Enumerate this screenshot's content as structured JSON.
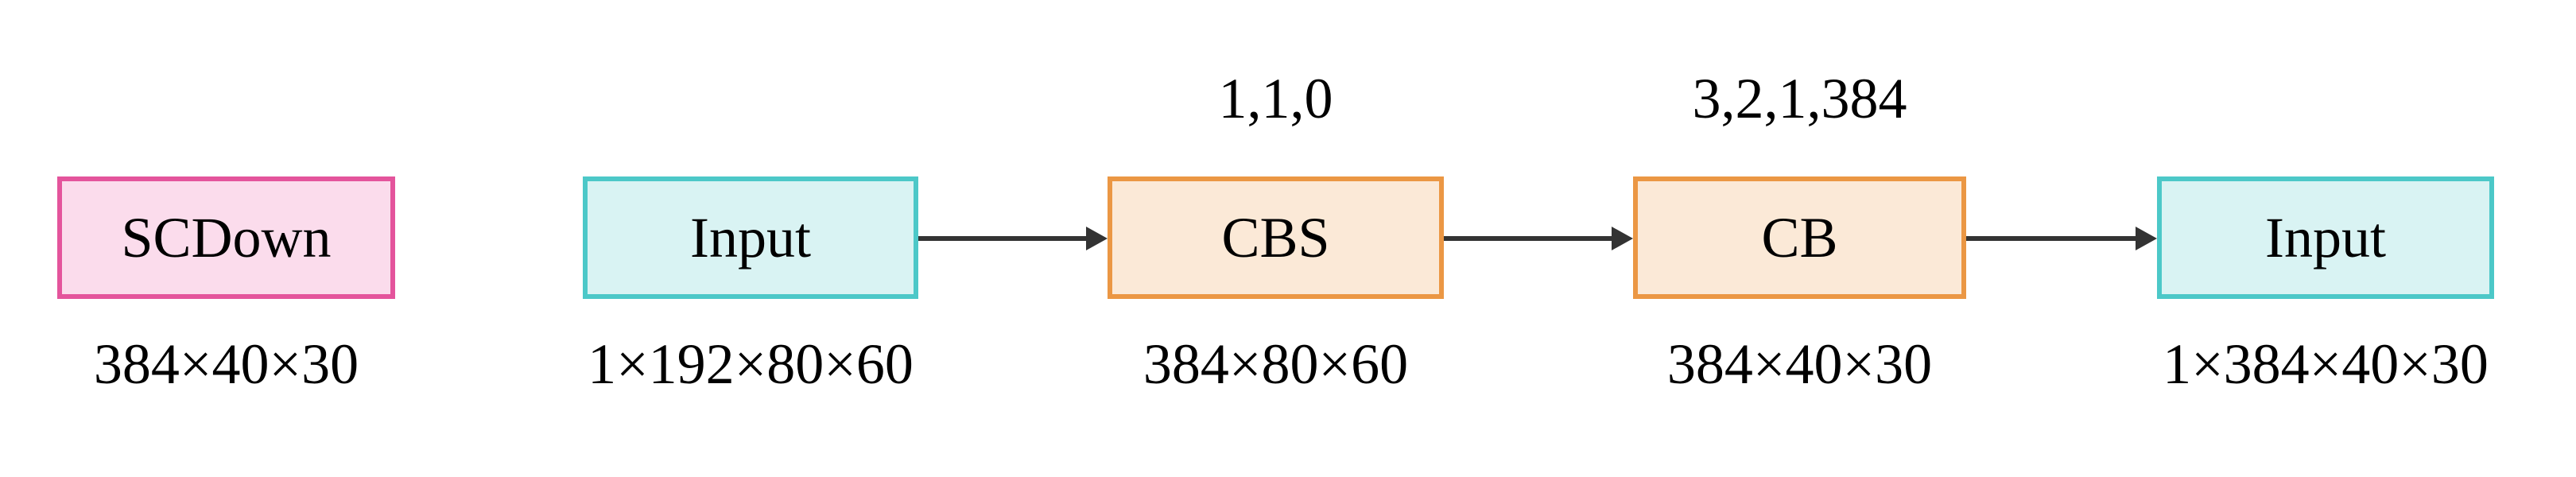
{
  "diagram": {
    "type": "flowchart",
    "subject": "SCDown block",
    "background": "#FFFFFF",
    "arrow_color": "#333333",
    "text_color": "#000000"
  },
  "nodes": [
    {
      "id": "scdown",
      "label": "SCDown",
      "dims_below": "384×40×30",
      "fill": "#FBDCEC",
      "border": "#E4549C"
    },
    {
      "id": "input-1",
      "label": "Input",
      "dims_below": "1×192×80×60",
      "fill": "#D9F3F3",
      "border": "#4CC8C8"
    },
    {
      "id": "cbs",
      "label": "CBS",
      "params_above": "1,1,0",
      "dims_below": "384×80×60",
      "fill": "#FBE9D7",
      "border": "#EB9744"
    },
    {
      "id": "cb",
      "label": "CB",
      "params_above": "3,2,1,384",
      "dims_below": "384×40×30",
      "fill": "#FBE9D7",
      "border": "#EB9744"
    },
    {
      "id": "input-2",
      "label": "Input",
      "dims_below": "1×384×40×30",
      "fill": "#D9F3F3",
      "border": "#4CC8C8"
    }
  ]
}
